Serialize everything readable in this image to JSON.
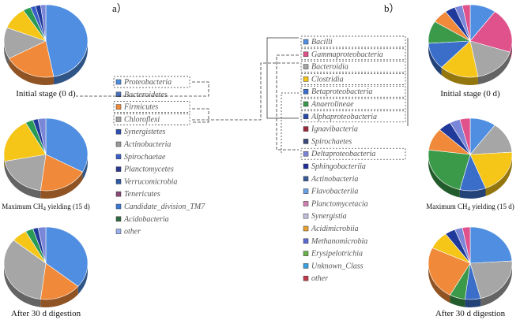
{
  "chart_data": [
    {
      "type": "pie",
      "panel": "a）",
      "legend": [
        "Proteobacteria",
        "Bacteroidetes",
        "Firmicutes",
        "Chloroflexi",
        "Synergistetes",
        "Actinobacteria",
        "Spirochaetae",
        "Planctomycetes",
        "Verrucomicrobia",
        "Tenericutes",
        "Candidate_division_TM7",
        "Acidobacteria",
        "other"
      ],
      "colors": [
        "#4f8ee0",
        "#4a6ec0",
        "#f08a3a",
        "#a6a6a6",
        "#2e4eb0",
        "#999999",
        "#3a5ec8",
        "#2a3a90",
        "#2f5aa8",
        "#8a4a78",
        "#3b78d6",
        "#2f6a3e",
        "#9ab0ee"
      ],
      "pies": [
        {
          "title": "Initial stage (0 d)",
          "values": [
            47,
            0,
            20,
            14,
            0,
            0,
            0,
            0,
            0,
            0,
            0,
            0,
            0
          ],
          "extras": [
            {
              "color": "#f5c518",
              "value": 10
            },
            {
              "color": "#2a9a55",
              "value": 3
            },
            {
              "color": "#3a5ec8",
              "value": 2
            },
            {
              "color": "#1f3a9a",
              "value": 2
            },
            {
              "color": "#7a86d8",
              "value": 2
            }
          ]
        },
        {
          "title": "Maximum CH4 yielding (15 d)",
          "values": [
            33,
            0,
            19,
            20,
            0,
            0,
            0,
            0,
            0,
            0,
            0,
            0,
            0
          ],
          "extras": [
            {
              "color": "#f5c518",
              "value": 20
            },
            {
              "color": "#2a9a55",
              "value": 3
            },
            {
              "color": "#1f3a9a",
              "value": 2
            },
            {
              "color": "#7a86d8",
              "value": 3
            }
          ]
        },
        {
          "title": "After 30 d digestion",
          "values": [
            36,
            0,
            16,
            34,
            0,
            0,
            0,
            0,
            0,
            0,
            0,
            0,
            0
          ],
          "extras": [
            {
              "color": "#f5c518",
              "value": 6
            },
            {
              "color": "#2a9a55",
              "value": 3
            },
            {
              "color": "#1f3a9a",
              "value": 2
            },
            {
              "color": "#7a86d8",
              "value": 3
            }
          ]
        }
      ],
      "highlighted": [
        "Proteobacteria",
        "Firmicutes",
        "Chloroflexi"
      ]
    },
    {
      "type": "pie",
      "panel": "b）",
      "legend": [
        "Bacilli",
        "Gammaproteobacteria",
        "Bacteroidia",
        "Clostridia",
        "Betaproteobacteria",
        "Anaerolineae",
        "Alphaproteobacteria",
        "Ignavibacteria",
        "Spirochaetes",
        "Deltaproteobacteria",
        "Sphingobacteriia",
        "Actinobacteria",
        "Flavobacteriia",
        "Planctomycetacia",
        "Synergistia",
        "Acidimicrobiia",
        "Methanomicrobia",
        "Erysipelotrichia",
        "Unknown_Class",
        "other"
      ],
      "colors": [
        "#4f8ee0",
        "#e0528c",
        "#a6a6a6",
        "#f5c518",
        "#3a6ec8",
        "#3a9a4a",
        "#2a4aa8",
        "#9a2a3a",
        "#3a4a7a",
        "#7a86d8",
        "#1f2f9a",
        "#3a5a9a",
        "#6aa0e8",
        "#d080b0",
        "#c0c0e0",
        "#e8a030",
        "#5a6ad0",
        "#6ab04a",
        "#3aa0e0",
        "#c03a4a"
      ],
      "pies": [
        {
          "title": "Initial stage (0 d)",
          "values": [
            10,
            20,
            17,
            15,
            12,
            10,
            0,
            0,
            0,
            0,
            0,
            0,
            0,
            0,
            0,
            0,
            0,
            0,
            0,
            0
          ],
          "extras": [
            {
              "color": "#f08a3a",
              "value": 6
            },
            {
              "color": "#1f3a9a",
              "value": 4
            },
            {
              "color": "#7a86d8",
              "value": 3
            },
            {
              "color": "#e0528c",
              "value": 3
            }
          ]
        },
        {
          "title": "Maximum CH4 yielding (15 d)",
          "values": [
            10,
            0,
            14,
            20,
            10,
            23,
            0,
            0,
            0,
            0,
            0,
            0,
            0,
            0,
            0,
            0,
            0,
            0,
            0,
            0
          ],
          "extras": [
            {
              "color": "#f08a3a",
              "value": 10
            },
            {
              "color": "#1f3a9a",
              "value": 5
            },
            {
              "color": "#7a86d8",
              "value": 4
            },
            {
              "color": "#e0528c",
              "value": 4
            }
          ]
        },
        {
          "title": "After 30 d digestion",
          "values": [
            24,
            0,
            22,
            0,
            6,
            6,
            0,
            0,
            0,
            0,
            0,
            0,
            0,
            0,
            0,
            0,
            0,
            0,
            0,
            0
          ],
          "extras": [
            {
              "color": "#f08a3a",
              "value": 24
            },
            {
              "color": "#f5c518",
              "value": 8
            },
            {
              "color": "#1f3a9a",
              "value": 4
            },
            {
              "color": "#7a86d8",
              "value": 3
            },
            {
              "color": "#e0528c",
              "value": 3
            }
          ]
        }
      ],
      "highlighted": [
        "Bacilli",
        "Gammaproteobacteria",
        "Bacteroidia",
        "Clostridia",
        "Betaproteobacteria",
        "Anaerolineae",
        "Alphaproteobacteria",
        "Deltaproteobacteria"
      ]
    }
  ]
}
